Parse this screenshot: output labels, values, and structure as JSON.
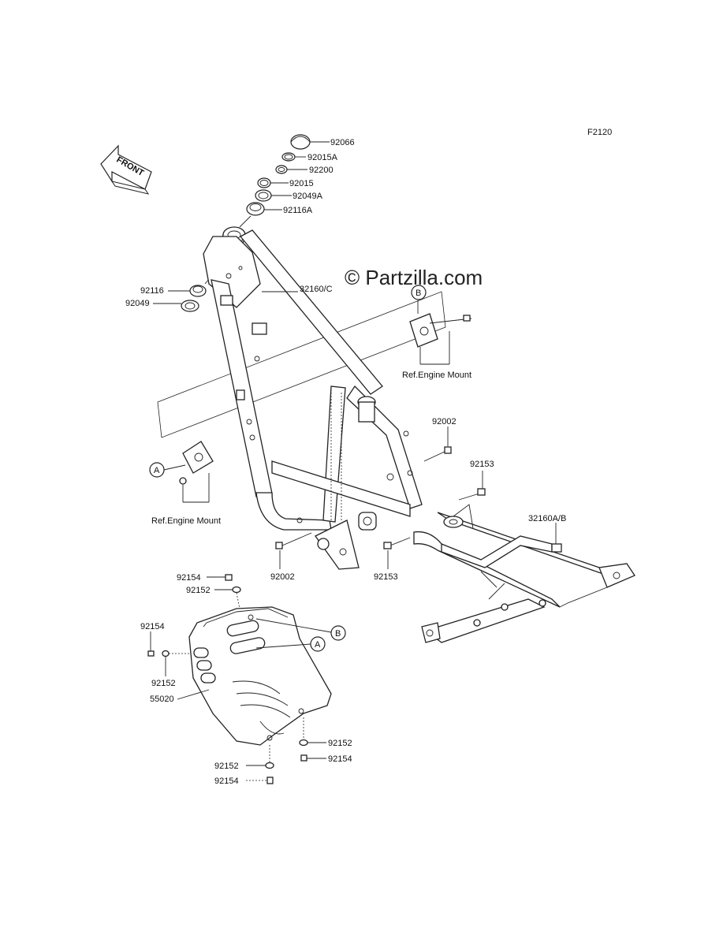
{
  "diagram": {
    "code": "F2120",
    "watermark": "© Partzilla.com",
    "front_arrow": "FRONT",
    "parts": {
      "p92066": "92066",
      "p92015A": "92015A",
      "p92200": "92200",
      "p92015": "92015",
      "p92049A": "92049A",
      "p92116A": "92116A",
      "p92116": "92116",
      "p92049": "92049",
      "p32160C": "32160/C",
      "p92002_top": "92002",
      "p92153_top": "92153",
      "p32160AB": "32160A/B",
      "p92002_bot": "92002",
      "p92153_bot": "92153",
      "p92154_a": "92154",
      "p92152_a": "92152",
      "p92154_b": "92154",
      "p92152_b": "92152",
      "p55020": "55020",
      "p92152_c": "92152",
      "p92154_c": "92154",
      "p92152_d": "92152",
      "p92154_d": "92154"
    },
    "refs": {
      "ref_engine_mount_right": "Ref.Engine Mount",
      "ref_engine_mount_left": "Ref.Engine Mount"
    },
    "callouts": {
      "A_left": "A",
      "B_top": "B",
      "A_guard": "A",
      "B_guard": "B"
    }
  }
}
